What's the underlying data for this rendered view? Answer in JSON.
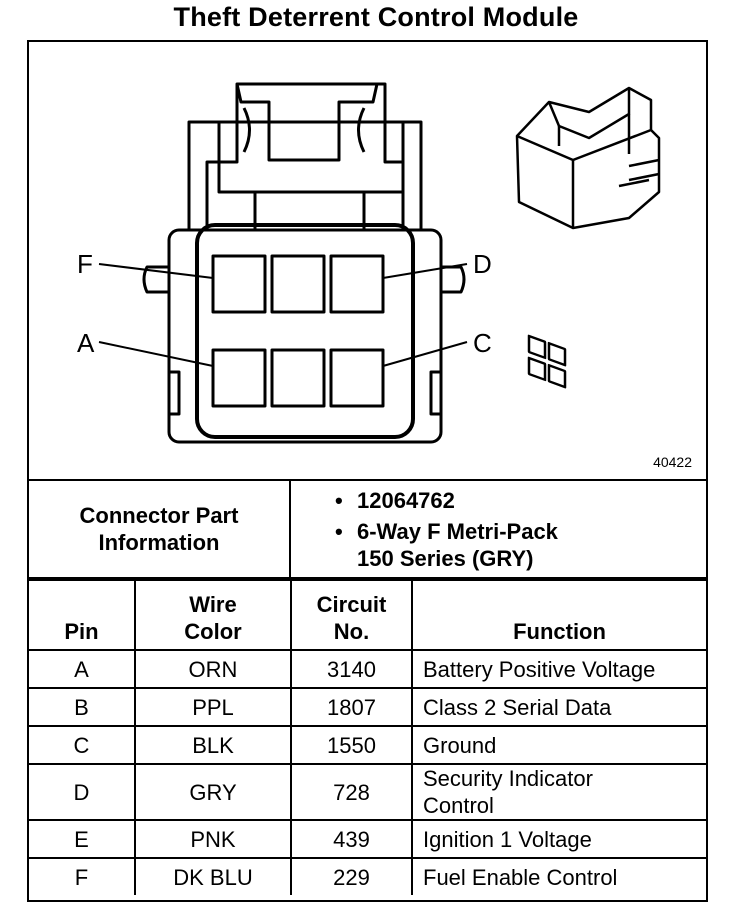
{
  "title": "Theft Deterrent Control Module",
  "diagram": {
    "pin_labels": {
      "F": "F",
      "D": "D",
      "A": "A",
      "C": "C"
    },
    "figure_number": "40422"
  },
  "connector_info": {
    "label_line1": "Connector Part",
    "label_line2": "Information",
    "items": [
      "12064762",
      "6-Way F Metri-Pack",
      "150 Series (GRY)"
    ],
    "bullet": "•"
  },
  "table": {
    "headers": {
      "pin": "Pin",
      "wire_line1": "Wire",
      "wire_line2": "Color",
      "circuit_line1": "Circuit",
      "circuit_line2": "No.",
      "function": "Function"
    },
    "rows": [
      {
        "pin": "A",
        "color": "ORN",
        "circuit": "3140",
        "function_line1": "Battery Positive Voltage",
        "function_line2": ""
      },
      {
        "pin": "B",
        "color": "PPL",
        "circuit": "1807",
        "function_line1": "Class 2 Serial Data",
        "function_line2": ""
      },
      {
        "pin": "C",
        "color": "BLK",
        "circuit": "1550",
        "function_line1": "Ground",
        "function_line2": ""
      },
      {
        "pin": "D",
        "color": "GRY",
        "circuit": "728",
        "function_line1": "Security Indicator",
        "function_line2": "Control"
      },
      {
        "pin": "E",
        "color": "PNK",
        "circuit": "439",
        "function_line1": "Ignition 1 Voltage",
        "function_line2": ""
      },
      {
        "pin": "F",
        "color": "DK BLU",
        "circuit": "229",
        "function_line1": "Fuel Enable Control",
        "function_line2": ""
      }
    ]
  }
}
